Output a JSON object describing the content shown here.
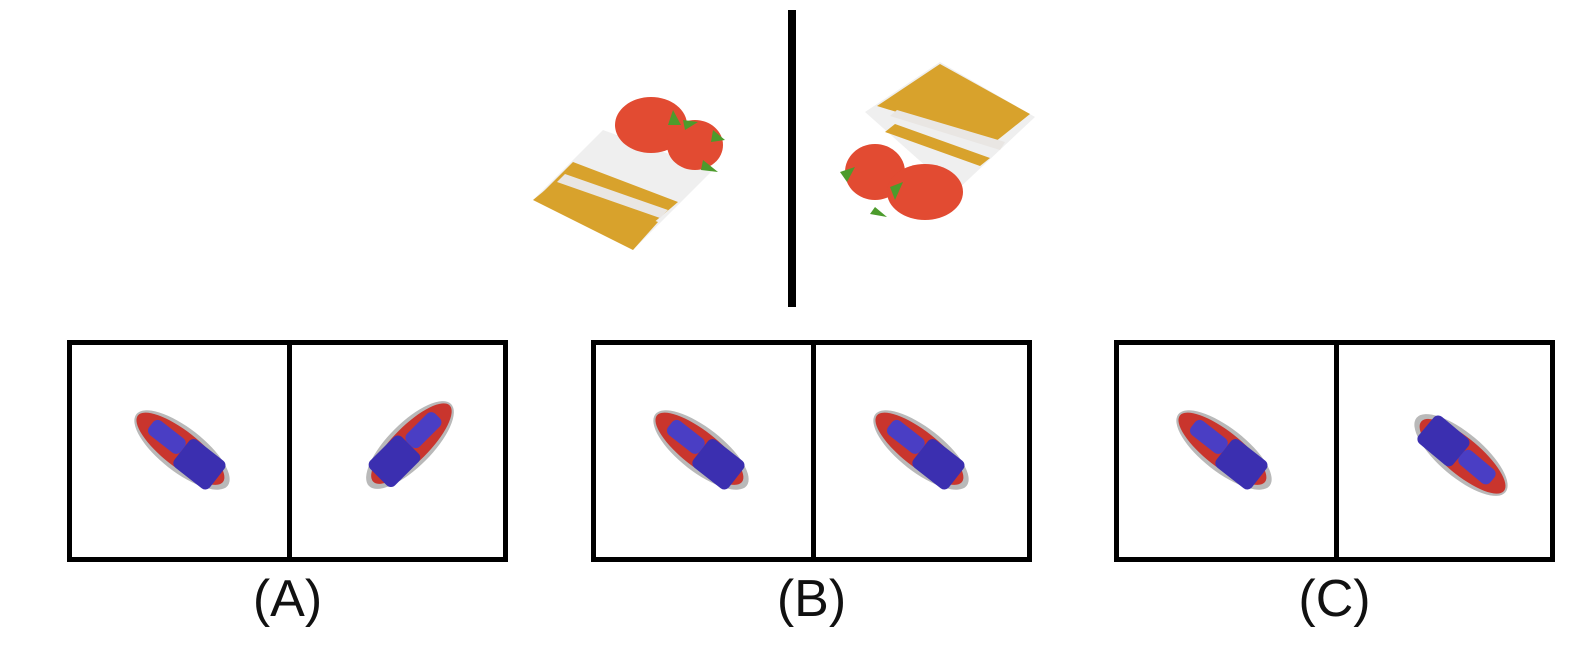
{
  "example": {
    "left_object": "strawberry-tray",
    "right_object": "strawberry-tray-mirrored"
  },
  "options": [
    {
      "label": "(A)",
      "left_shoe": "sneaker",
      "right_shoe": "sneaker-rotated"
    },
    {
      "label": "(B)",
      "left_shoe": "sneaker",
      "right_shoe": "sneaker"
    },
    {
      "label": "(C)",
      "left_shoe": "sneaker",
      "right_shoe": "sneaker-mirrored"
    }
  ],
  "colors": {
    "tray": "#d8a22c",
    "tray_stripe": "#e9e6e3",
    "tray_base": "#efefef",
    "strawberry": "#e24b32",
    "leaf": "#4c9b2c",
    "shoe_sole": "#c9352d",
    "shoe_upper": "#3b2fb0",
    "shoe_rim": "#b9b9b9"
  }
}
